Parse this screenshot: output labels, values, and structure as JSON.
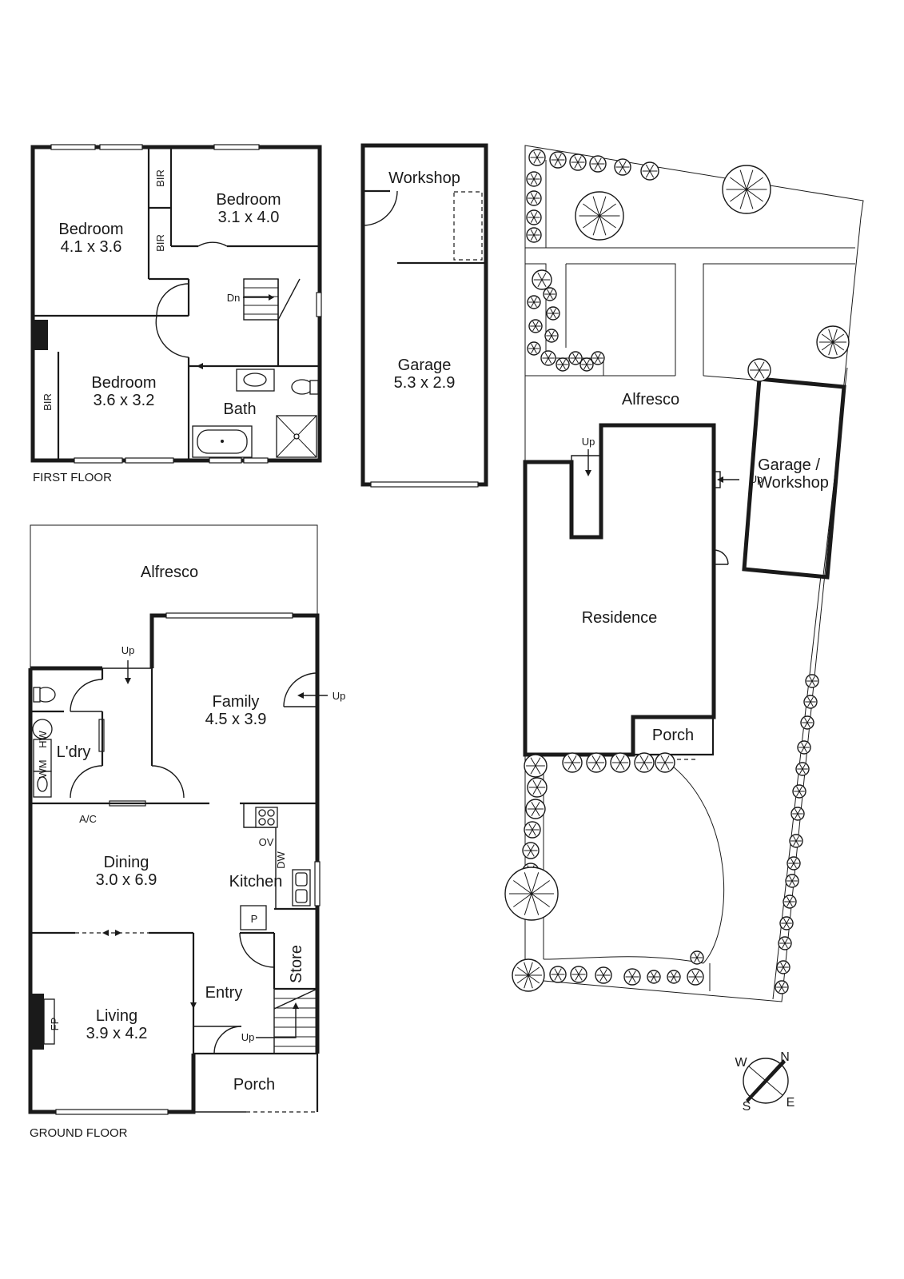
{
  "first_floor": {
    "caption": "FIRST FLOOR",
    "bedroom_1": {
      "name": "Bedroom",
      "size": "4.1 x 3.6"
    },
    "bedroom_2": {
      "name": "Bedroom",
      "size": "3.1 x 4.0"
    },
    "bedroom_3": {
      "name": "Bedroom",
      "size": "3.6 x 3.2"
    },
    "bath": "Bath",
    "bir": "BIR",
    "stairs_down": "Dn"
  },
  "garage_plan": {
    "workshop": "Workshop",
    "garage": {
      "name": "Garage",
      "size": "5.3 x 2.9"
    }
  },
  "ground_floor": {
    "caption": "GROUND FLOOR",
    "alfresco": "Alfresco",
    "family": {
      "name": "Family",
      "size": "4.5 x 3.9"
    },
    "laundry": "L'dry",
    "hw": "HW",
    "wm": "WM",
    "ac": "A/C",
    "dining": {
      "name": "Dining",
      "size": "3.0 x 6.9"
    },
    "kitchen": "Kitchen",
    "ov": "OV",
    "dw": "DW",
    "pantry": "P",
    "store": "Store",
    "entry": "Entry",
    "living": {
      "name": "Living",
      "size": "3.9 x 4.2"
    },
    "fp": "FP",
    "porch": "Porch",
    "up": "Up"
  },
  "site_plan": {
    "alfresco": "Alfresco",
    "garage_workshop_line1": "Garage /",
    "garage_workshop_line2": "Workshop",
    "residence": "Residence",
    "porch": "Porch",
    "up": "Up"
  },
  "compass": {
    "north": "N",
    "south": "S",
    "east": "E",
    "west": "W"
  }
}
